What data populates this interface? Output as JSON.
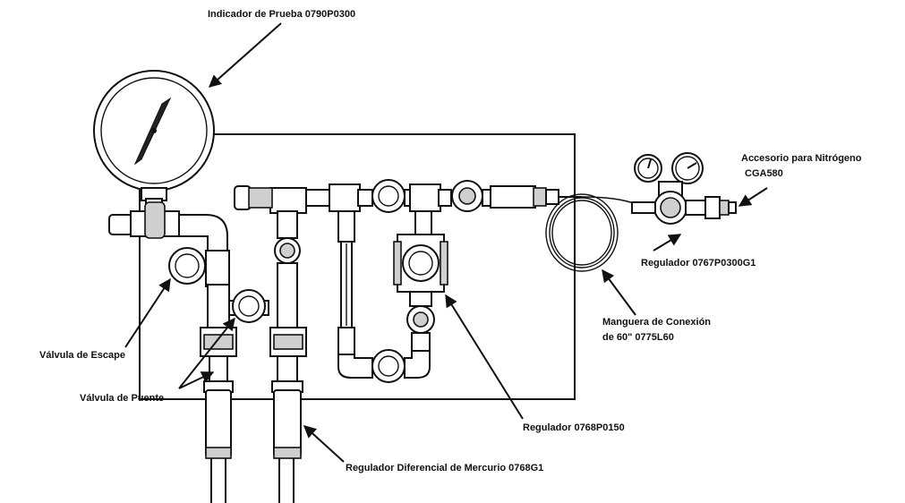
{
  "labels": {
    "test_gauge": "Indicador de Prueba 0790P0300",
    "nitrogen_fitting_line1": "Accesorio para Nitrógeno",
    "nitrogen_fitting_line2": "CGA580",
    "regulator_top": "Regulador 0767P0300G1",
    "hose_line1": "Manguera de Conexión",
    "hose_line2": "de 60\" 0775L60",
    "escape_valve": "Válvula de Escape",
    "bridge_valve": "Válvula de Puente",
    "regulator_center": "Regulador 0768P0150",
    "mercury_regulator": "Regulador Diferencial de Mercurio 0768G1"
  }
}
